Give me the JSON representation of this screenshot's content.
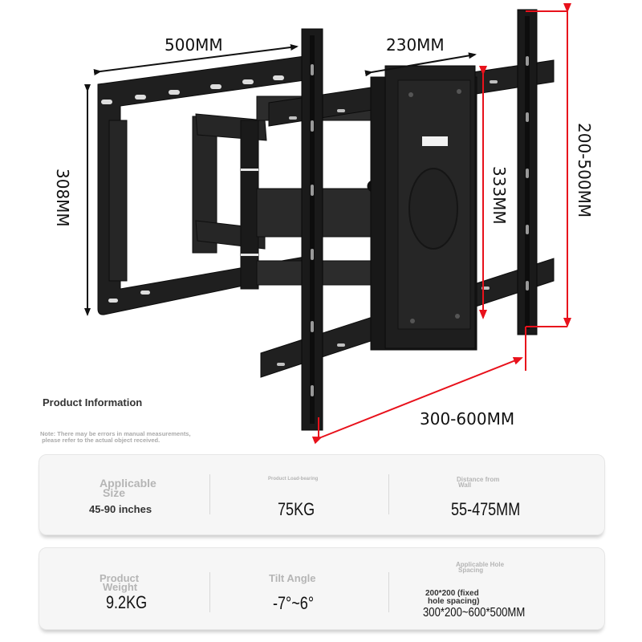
{
  "product_image": {
    "subject": "full-motion TV wall mount bracket (black)",
    "dimensions": {
      "arm_width": "500MM",
      "plate_width": "230MM",
      "wall_plate_height": "308MM",
      "plate_height": "333MM",
      "vertical_spacing": "200-500MM",
      "horizontal_spacing": "300-600MM"
    },
    "colors": {
      "mount": "#1c1c1c",
      "dimension_line": "#111111",
      "accent_line": "#e8111b"
    }
  },
  "info": {
    "title": "Product Information",
    "note_line1": "Note: There may be errors in manual measurements,",
    "note_line2": " please refer to the actual object received."
  },
  "card1": {
    "size_label_1": "Applicable",
    "size_label_2": "Size",
    "size_value": "45-90 inches",
    "load_label": "Product Load-bearing",
    "load_value": "75KG",
    "distance_label_1": "Distance from",
    "distance_label_2": "Wall",
    "distance_value": "55-475MM"
  },
  "card2": {
    "weight_label_1": "Product",
    "weight_label_2": "Weight",
    "weight_value": "9.2KG",
    "tilt_label": "Tilt Angle",
    "tilt_value": "-7°~6°",
    "hole_label_1": "Applicable Hole",
    "hole_label_2": "Spacing",
    "hole_fixed_1": "200*200 (fixed",
    "hole_fixed_2": "hole spacing)",
    "hole_value": "300*200~600*500MM"
  }
}
